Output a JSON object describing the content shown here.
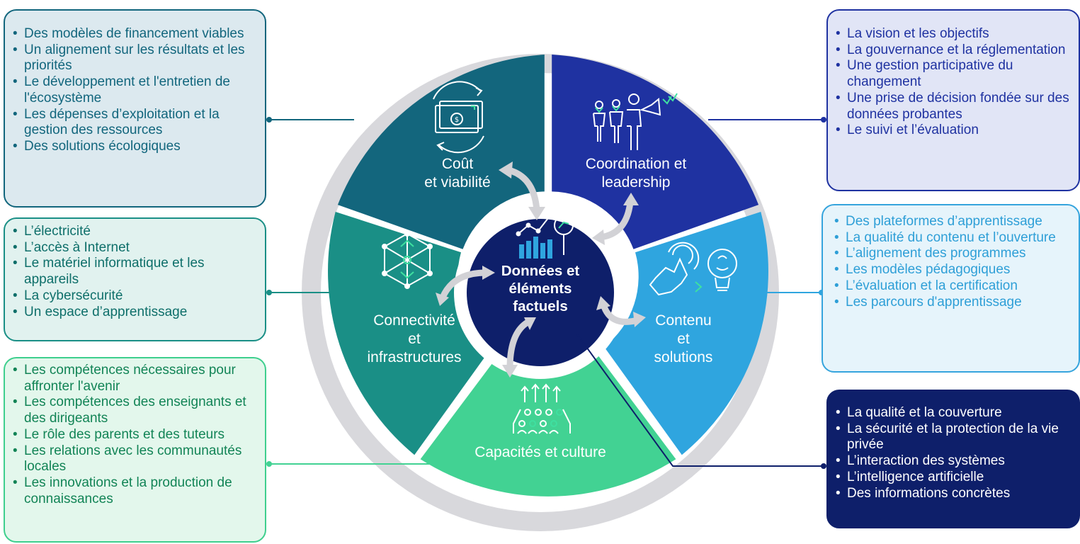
{
  "center": {
    "label_lines": [
      "Données et",
      "éléments",
      "factuels"
    ]
  },
  "segments": {
    "cout": {
      "label_lines": [
        "Coût",
        "et viabilité"
      ],
      "color": "#13667d"
    },
    "coordination": {
      "label_lines": [
        "Coordination et",
        "leadership"
      ],
      "color": "#1f32a1"
    },
    "contenu": {
      "label_lines": [
        "Contenu",
        "et",
        "solutions"
      ],
      "color": "#2fa5df"
    },
    "capacites": {
      "label_lines": [
        "Capacités et culture"
      ],
      "color": "#42d293"
    },
    "connectivite": {
      "label_lines": [
        "Connectivité",
        "et",
        "infrastructures"
      ],
      "color": "#1a8f86"
    }
  },
  "boxes": {
    "cout": [
      "Des modèles de financement viables",
      "Un alignement sur les résultats et les priorités",
      "Le développement et l'entretien de l'écosystème",
      "Les dépenses d’exploitation et la gestion des ressources",
      "Des solutions écologiques"
    ],
    "connectivite": [
      "L’électricité",
      "L’accès à Internet",
      "Le matériel informatique et les appareils",
      "La cybersécurité",
      "Un espace d’apprentissage"
    ],
    "capacites": [
      "Les compétences nécessaires pour affronter l'avenir",
      "Les compétences des enseignants et des dirigeants",
      "Le rôle des parents et des tuteurs",
      "Les relations avec les communautés locales",
      "Les innovations et la production de connaissances"
    ],
    "coordination": [
      "La vision et les objectifs",
      "La gouvernance et la réglementation",
      "Une gestion participative du changement",
      "Une prise de décision fondée sur des données probantes",
      "Le suivi et l’évaluation"
    ],
    "contenu": [
      "Des plateformes d’apprentissage",
      "La qualité du contenu et l’ouverture",
      "L’alignement des programmes",
      "Les modèles pédagogiques",
      "L’évaluation et la certification",
      "Les parcours d'apprentissage"
    ],
    "donnees": [
      "La qualité et la couverture",
      "La sécurité et la protection de la vie privée",
      "L’interaction des systèmes",
      "L’intelligence artificielle",
      "Des informations concrètes"
    ]
  },
  "colors": {
    "ring": "#d8d8dc",
    "hub": "#0e1f6a",
    "donnees_box": "#0e1f6a",
    "arrow": "#d2d2d6",
    "icon_accent": "#3ee0a0"
  },
  "icons": [
    "money-cycle-icon",
    "people-megaphone-icon",
    "touch-brain-icon",
    "people-growth-icon",
    "network-cube-icon",
    "data-analytics-icon"
  ]
}
